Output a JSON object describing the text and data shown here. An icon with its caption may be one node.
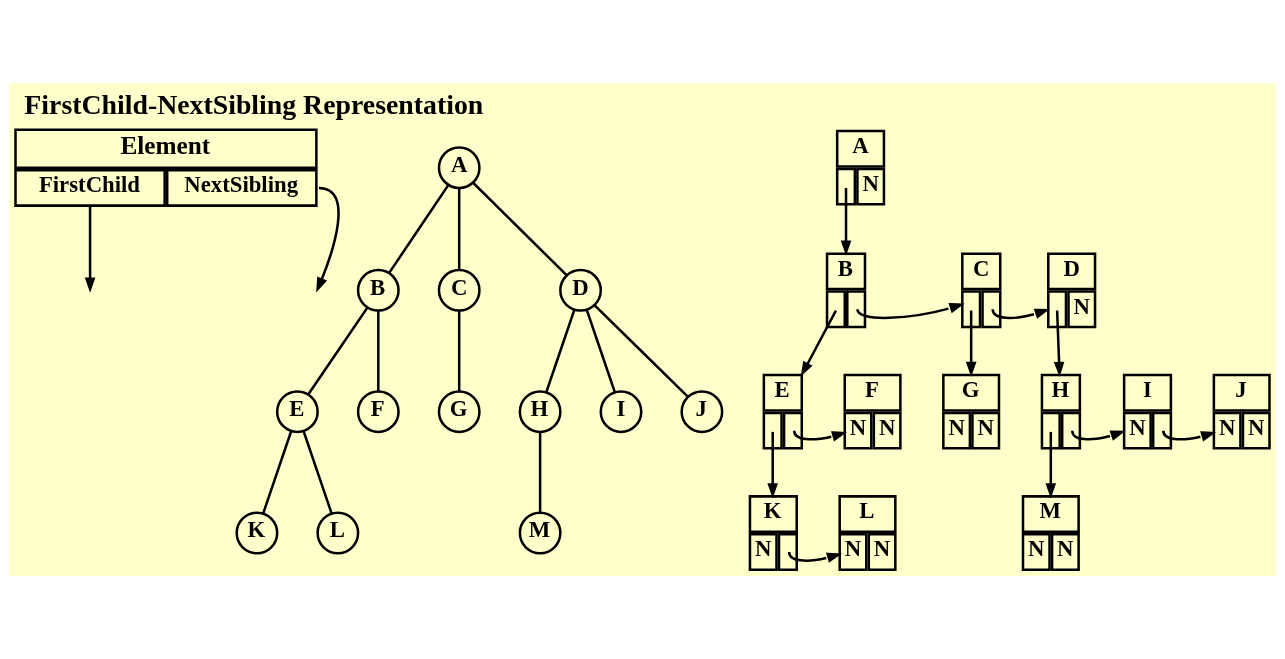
{
  "diagram": {
    "title": "FirstChild-NextSibling Representation",
    "nodes": [
      {
        "text": [
          "Element",
          "FirstChild",
          "NextSibling"
        ]
      },
      {
        "text": [
          "A"
        ]
      },
      {
        "text": [
          "B"
        ]
      },
      {
        "text": [
          "C"
        ]
      },
      {
        "text": [
          "D"
        ]
      },
      {
        "text": [
          "E"
        ]
      },
      {
        "text": [
          "F"
        ]
      },
      {
        "text": [
          "G"
        ]
      },
      {
        "text": [
          "H"
        ]
      },
      {
        "text": [
          "I"
        ]
      },
      {
        "text": [
          "J"
        ]
      },
      {
        "text": [
          "K"
        ]
      },
      {
        "text": [
          "L"
        ]
      },
      {
        "text": [
          "M"
        ]
      },
      {
        "text": [
          "A",
          "N"
        ]
      },
      {
        "text": [
          "B"
        ]
      },
      {
        "text": [
          "C"
        ]
      },
      {
        "text": [
          "D",
          "N"
        ]
      },
      {
        "text": [
          "E"
        ]
      },
      {
        "text": [
          "F",
          "N",
          "N"
        ]
      },
      {
        "text": [
          "G",
          "N",
          "N"
        ]
      },
      {
        "text": [
          "H"
        ]
      },
      {
        "text": [
          "I",
          "N"
        ]
      },
      {
        "text": [
          "J",
          "N",
          "N"
        ]
      },
      {
        "text": [
          "K",
          "N"
        ]
      },
      {
        "text": [
          "L",
          "N",
          "N"
        ]
      },
      {
        "text": [
          "M",
          "N",
          "N"
        ]
      }
    ],
    "edges": [
      {
        "from": 0,
        "to": null,
        "arrow": "to"
      },
      {
        "from": 0,
        "to": null,
        "arrow": "to"
      },
      {
        "from": 1,
        "to": 2,
        "arrow": "none"
      },
      {
        "from": 1,
        "to": 3,
        "arrow": "none"
      },
      {
        "from": 1,
        "to": 4,
        "arrow": "none"
      },
      {
        "from": 2,
        "to": 5,
        "arrow": "none"
      },
      {
        "from": 2,
        "to": 6,
        "arrow": "none"
      },
      {
        "from": 3,
        "to": 7,
        "arrow": "none"
      },
      {
        "from": 4,
        "to": 8,
        "arrow": "none"
      },
      {
        "from": 4,
        "to": 9,
        "arrow": "none"
      },
      {
        "from": 4,
        "to": 10,
        "arrow": "none"
      },
      {
        "from": 5,
        "to": 11,
        "arrow": "none"
      },
      {
        "from": 5,
        "to": 12,
        "arrow": "none"
      },
      {
        "from": 8,
        "to": 13,
        "arrow": "none"
      },
      {
        "from": 14,
        "to": 15,
        "arrow": "to"
      },
      {
        "from": 15,
        "to": 16,
        "arrow": "to"
      },
      {
        "from": 16,
        "to": 17,
        "arrow": "to"
      },
      {
        "from": 15,
        "to": 18,
        "arrow": "to"
      },
      {
        "from": 16,
        "to": 20,
        "arrow": "to"
      },
      {
        "from": 17,
        "to": 21,
        "arrow": "to"
      },
      {
        "from": 18,
        "to": 19,
        "arrow": "to"
      },
      {
        "from": 21,
        "to": 22,
        "arrow": "to"
      },
      {
        "from": 22,
        "to": 23,
        "arrow": "to"
      },
      {
        "from": 18,
        "to": 24,
        "arrow": "to"
      },
      {
        "from": 24,
        "to": 25,
        "arrow": "to"
      },
      {
        "from": 21,
        "to": 26,
        "arrow": "to"
      }
    ]
  }
}
